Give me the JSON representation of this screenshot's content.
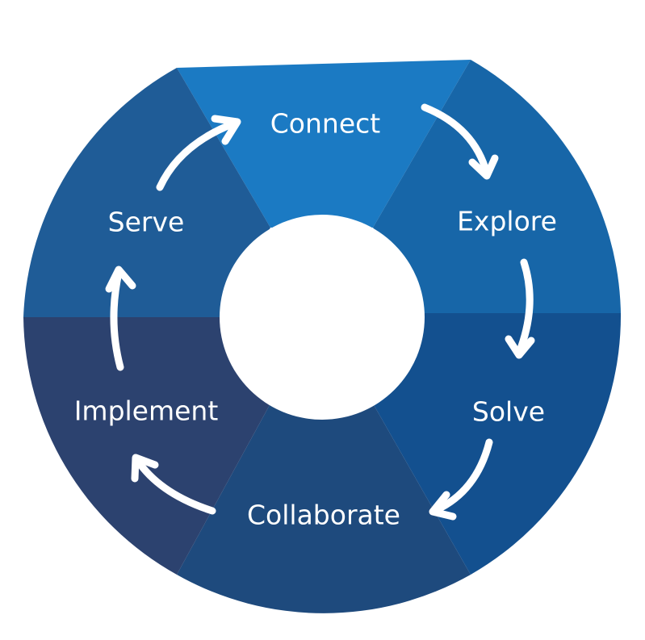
{
  "diagram": {
    "stages": [
      {
        "label": "Connect",
        "color": "#1b7ac3"
      },
      {
        "label": "Explore",
        "color": "#1766a8"
      },
      {
        "label": "Solve",
        "color": "#13508f"
      },
      {
        "label": "Collaborate",
        "color": "#1e4a7d"
      },
      {
        "label": "Implement",
        "color": "#2c426f"
      },
      {
        "label": "Serve",
        "color": "#1f5c97"
      }
    ],
    "center_color": "#ffffff",
    "arrow_color": "#ffffff",
    "direction": "clockwise"
  }
}
